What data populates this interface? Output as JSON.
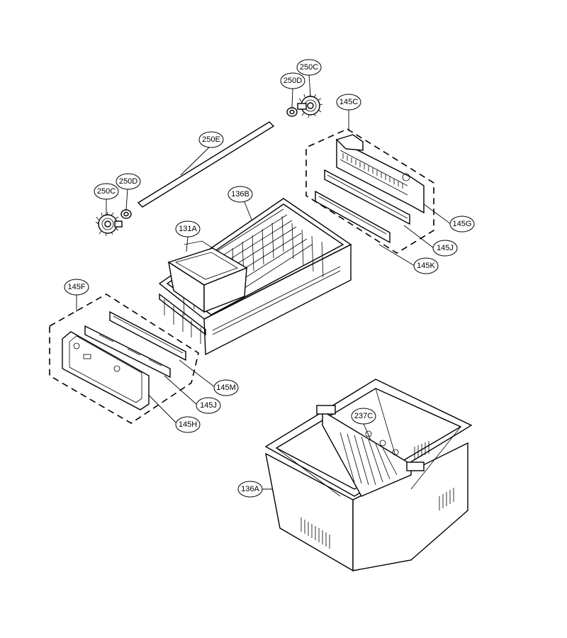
{
  "callouts": [
    {
      "id": "250C",
      "label": "250C"
    },
    {
      "id": "250D",
      "label": "250D"
    },
    {
      "id": "145C",
      "label": "145C"
    },
    {
      "id": "250E",
      "label": "250E"
    },
    {
      "id": "250C-left",
      "label": "250C"
    },
    {
      "id": "250D-left",
      "label": "250D"
    },
    {
      "id": "136B",
      "label": "136B"
    },
    {
      "id": "131A",
      "label": "131A"
    },
    {
      "id": "145G",
      "label": "145G"
    },
    {
      "id": "145J-right",
      "label": "145J"
    },
    {
      "id": "145K",
      "label": "145K"
    },
    {
      "id": "145F",
      "label": "145F"
    },
    {
      "id": "145M",
      "label": "145M"
    },
    {
      "id": "145J-left",
      "label": "145J"
    },
    {
      "id": "145H",
      "label": "145H"
    },
    {
      "id": "237C",
      "label": "237C"
    },
    {
      "id": "136A",
      "label": "136A"
    }
  ]
}
